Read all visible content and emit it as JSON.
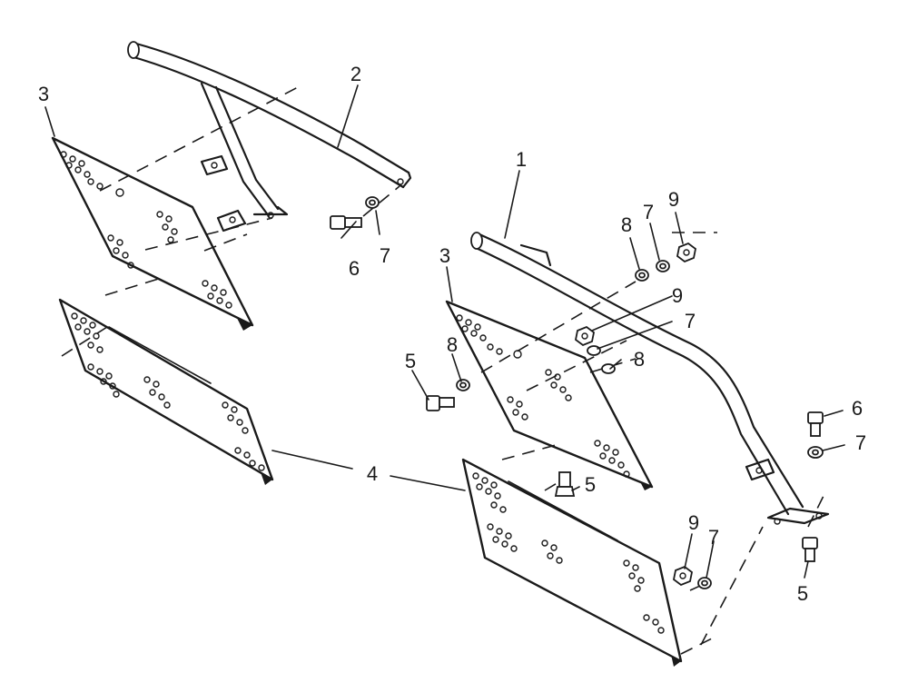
{
  "diagram": {
    "callouts": [
      {
        "id": "c1",
        "text": "1"
      },
      {
        "id": "c2",
        "text": "2"
      },
      {
        "id": "c3a",
        "text": "3"
      },
      {
        "id": "c3b",
        "text": "3"
      },
      {
        "id": "c4",
        "text": "4"
      },
      {
        "id": "c5a",
        "text": "5"
      },
      {
        "id": "c5b",
        "text": "5"
      },
      {
        "id": "c5c",
        "text": "5"
      },
      {
        "id": "c6a",
        "text": "6"
      },
      {
        "id": "c6b",
        "text": "6"
      },
      {
        "id": "c7a",
        "text": "7"
      },
      {
        "id": "c7b",
        "text": "7"
      },
      {
        "id": "c7c",
        "text": "7"
      },
      {
        "id": "c7d",
        "text": "7"
      },
      {
        "id": "c7e",
        "text": "7"
      },
      {
        "id": "c8a",
        "text": "8"
      },
      {
        "id": "c8b",
        "text": "8"
      },
      {
        "id": "c8c",
        "text": "8"
      },
      {
        "id": "c9a",
        "text": "9"
      },
      {
        "id": "c9b",
        "text": "9"
      },
      {
        "id": "c9c",
        "text": "9"
      }
    ]
  }
}
